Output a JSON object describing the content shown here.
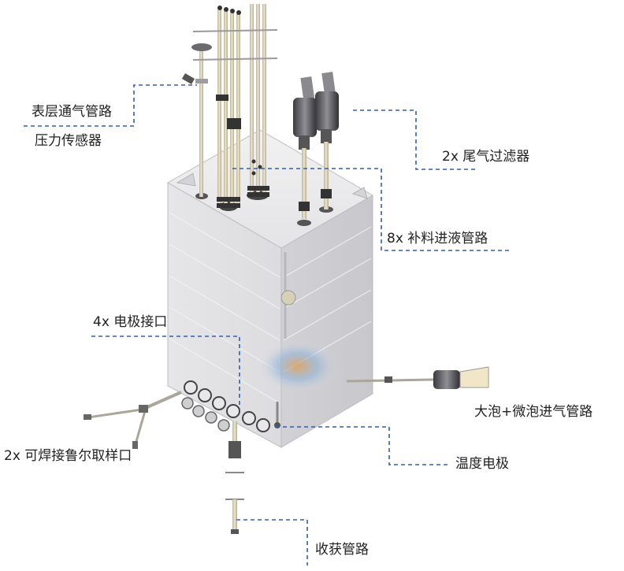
{
  "diagram": {
    "labels": {
      "surface_vent": "表层通气管路",
      "pressure_sensor": "压力传感器",
      "exhaust_filter": "2x 尾气过滤器",
      "feed_line": "8x 补料进液管路",
      "electrode_port": "4x 电极接口",
      "sparger_line": "大泡+微泡进气管路",
      "sampling_port": "2x 可焊接鲁尔取样口",
      "temp_electrode": "温度电极",
      "harvest_line": "收获管路"
    }
  }
}
